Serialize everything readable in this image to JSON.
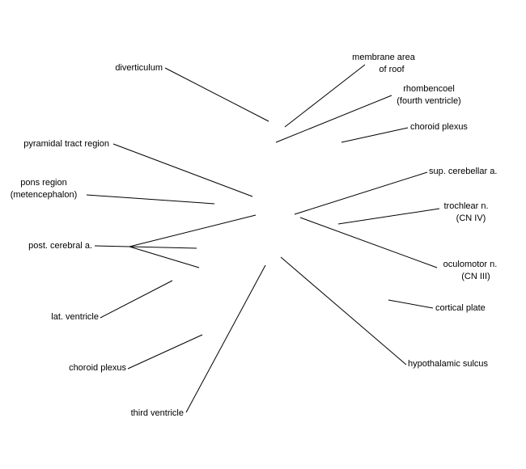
{
  "labels": {
    "diverticulum": [
      "diverticulum"
    ],
    "membrane_area": [
      "membrane area",
      "of roof"
    ],
    "rhombencoel": [
      "rhombencoel",
      "(fourth ventricle)"
    ],
    "choroid_plexus_upper": [
      "choroid plexus"
    ],
    "pyramidal_tract": [
      "pyramidal tract region"
    ],
    "sup_cerebellar": [
      "sup. cerebellar a."
    ],
    "pons_region": [
      "pons region",
      "(metencephalon)"
    ],
    "trochlear": [
      "trochlear n.",
      "(CN IV)"
    ],
    "post_cerebral": [
      "post. cerebral a."
    ],
    "oculomotor": [
      "oculomotor n.",
      "(CN III)"
    ],
    "lat_ventricle": [
      "lat. ventricle"
    ],
    "cortical_plate": [
      "cortical plate"
    ],
    "hypothalamic_sulcus": [
      "hypothalamic sulcus"
    ],
    "choroid_plexus_lower": [
      "choroid plexus"
    ],
    "third_ventricle": [
      "third ventricle"
    ]
  },
  "colors": {
    "line": "#000000",
    "text": "#000000",
    "background": "#ffffff"
  }
}
